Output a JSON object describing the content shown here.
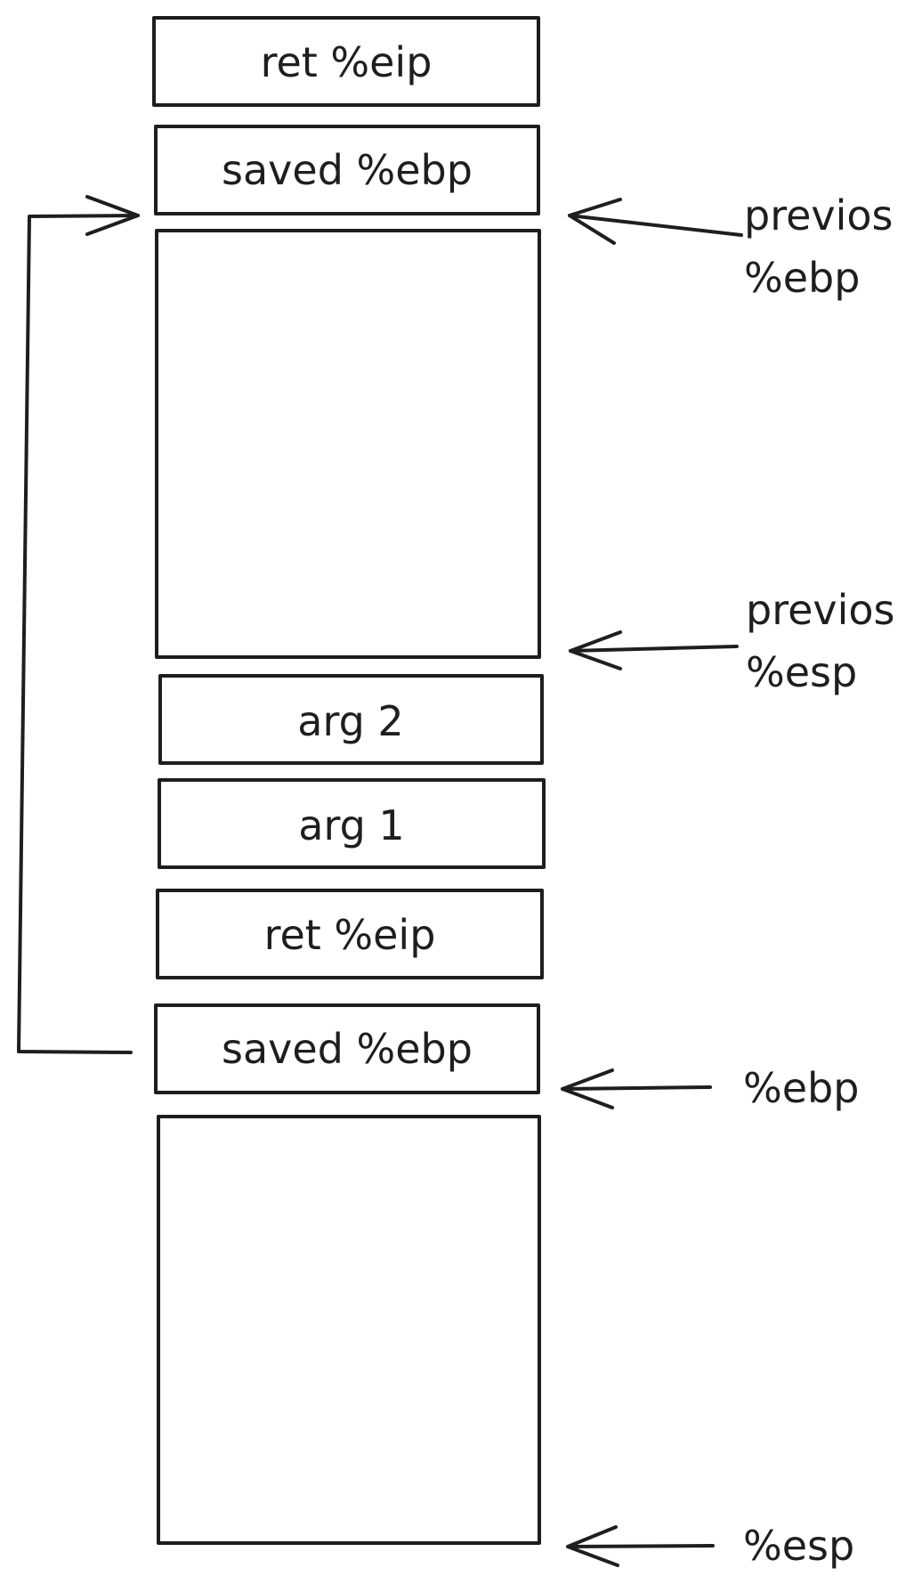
{
  "stack": {
    "slots": [
      {
        "id": "ret-eip-upper",
        "label": "ret %eip"
      },
      {
        "id": "saved-ebp-upper",
        "label": "saved %ebp"
      },
      {
        "id": "prev-frame-locals",
        "label": ""
      },
      {
        "id": "arg-2",
        "label": "arg 2"
      },
      {
        "id": "arg-1",
        "label": "arg 1"
      },
      {
        "id": "ret-eip-lower",
        "label": "ret %eip"
      },
      {
        "id": "saved-ebp-lower",
        "label": "saved %ebp"
      },
      {
        "id": "curr-frame-locals",
        "label": ""
      }
    ]
  },
  "pointers": [
    {
      "id": "previous-ebp",
      "lines": [
        "previos",
        "%ebp"
      ]
    },
    {
      "id": "previous-esp",
      "lines": [
        "previos",
        "%esp"
      ]
    },
    {
      "id": "ebp",
      "lines": [
        "%ebp"
      ]
    },
    {
      "id": "esp",
      "lines": [
        "%esp"
      ]
    }
  ],
  "colors": {
    "stroke": "#1e1e1e",
    "background": "#ffffff"
  }
}
